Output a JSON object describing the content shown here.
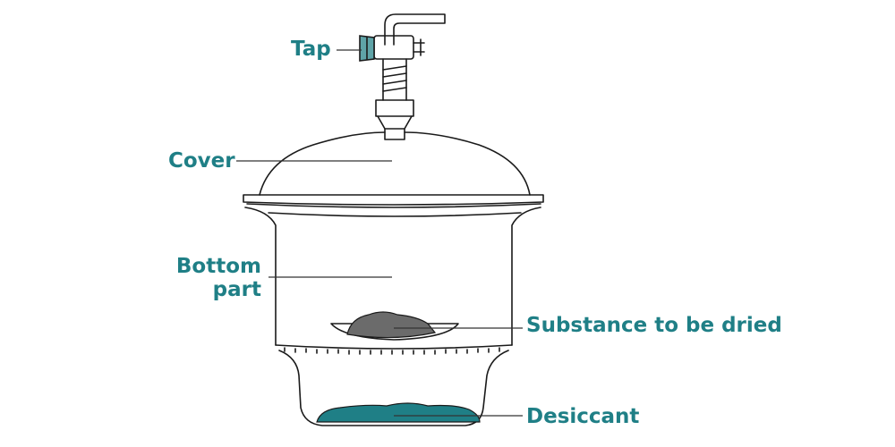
{
  "labels": {
    "tap": "Tap",
    "cover": "Cover",
    "bottom_part_line1": "Bottom",
    "bottom_part_line2": "part",
    "substance": "Substance to be dried",
    "desiccant": "Desiccant"
  },
  "colors": {
    "label_text": "#1f7f86",
    "tap_valve": "#5fa4a8",
    "desiccant": "#1f7f86",
    "substance": "#6b6b6b",
    "ink": "#1a1a1a"
  }
}
